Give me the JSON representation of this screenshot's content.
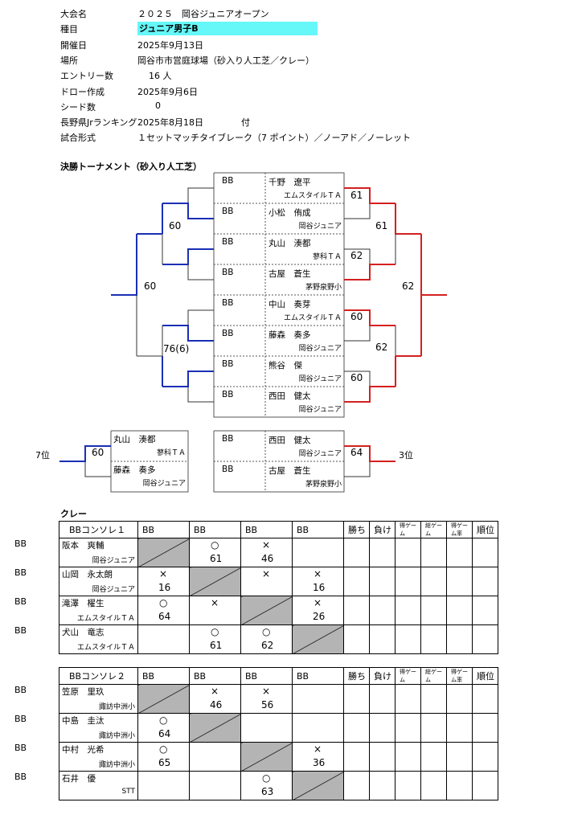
{
  "info": {
    "rows": [
      {
        "k": "大会名",
        "v": "２０２５　岡谷ジュニアオープン"
      },
      {
        "k": "種目",
        "v": "ジュニア男子B"
      },
      {
        "k": "開催日",
        "v": "2025年9月13日"
      },
      {
        "k": "場所",
        "v": "岡谷市市営庭球場（砂入り人工芝／クレー）"
      },
      {
        "k": "エントリー数",
        "v": "16 人"
      },
      {
        "k": "ドロー作成",
        "v": "2025年9月6日"
      },
      {
        "k": "シード数",
        "v": "0"
      },
      {
        "k": "長野県Jrランキング",
        "v": "2025年8月18日"
      },
      {
        "k": "試合形式",
        "v": "１セットマッチタイブレーク（7 ポイント）／ノーアド／ノーレット"
      }
    ],
    "rank_suffix": "付"
  },
  "final": {
    "title": "決勝トーナメント（砂入り人工芝）",
    "players": [
      {
        "cls": "BB",
        "name": "千野　遼平",
        "club": "エムスタイルＴＡ"
      },
      {
        "cls": "BB",
        "name": "小松　侑成",
        "club": "岡谷ジュニア"
      },
      {
        "cls": "BB",
        "name": "丸山　湊都",
        "club": "蓼科ＴＡ"
      },
      {
        "cls": "BB",
        "name": "古屋　蒼生",
        "club": "茅野泉野小"
      },
      {
        "cls": "BB",
        "name": "中山　奏芽",
        "club": "エムスタイルＴＡ"
      },
      {
        "cls": "BB",
        "name": "藤森　奏多",
        "club": "岡谷ジュニア"
      },
      {
        "cls": "BB",
        "name": "熊谷　傑",
        "club": "岡谷ジュニア"
      },
      {
        "cls": "BB",
        "name": "西田　健太",
        "club": "岡谷ジュニア"
      }
    ],
    "right_r1": [
      "61",
      "62",
      "60",
      "60"
    ],
    "right_r2": [
      "61",
      "62"
    ],
    "right_final": "62",
    "left_r2": [
      "60",
      "76(6)"
    ],
    "left_final": "60"
  },
  "seventh": {
    "label": "7位",
    "score": "60",
    "players": [
      {
        "name": "丸山　湊都",
        "club": "蓼科ＴＡ"
      },
      {
        "name": "藤森　奏多",
        "club": "岡谷ジュニア"
      }
    ]
  },
  "third": {
    "label": "3位",
    "score": "64",
    "players": [
      {
        "cls": "BB",
        "name": "西田　健太",
        "club": "岡谷ジュニア"
      },
      {
        "cls": "BB",
        "name": "古屋　蒼生",
        "club": "茅野泉野小"
      }
    ]
  },
  "clay_title": "クレー",
  "rr_headers": {
    "bb": "BB",
    "win": "勝ち",
    "lose": "負け",
    "gw": "得ゲーム",
    "gt": "総ゲーム",
    "rate": "得ゲーム率",
    "rank": "順位"
  },
  "groups": [
    {
      "title": "BBコンソレ１",
      "players": [
        {
          "cls": "BB",
          "name": "阪本　爽輔",
          "club": "岡谷ジュニア",
          "res": [
            [
              "",
              ""
            ],
            [
              "○",
              "61"
            ],
            [
              "×",
              "46"
            ],
            [
              "",
              ""
            ]
          ]
        },
        {
          "cls": "BB",
          "name": "山岡　永太朗",
          "club": "岡谷ジュニア",
          "res": [
            [
              "×",
              "16"
            ],
            [
              "",
              ""
            ],
            [
              "×",
              ""
            ],
            [
              "×",
              "16"
            ]
          ]
        },
        {
          "cls": "BB",
          "name": "滝澤　櫂生",
          "club": "エムスタイルＴＡ",
          "res": [
            [
              "○",
              "64"
            ],
            [
              "×",
              ""
            ],
            [
              "",
              ""
            ],
            [
              "×",
              "26"
            ]
          ]
        },
        {
          "cls": "BB",
          "name": "犬山　竜志",
          "club": "エムスタイルＴＡ",
          "res": [
            [
              "",
              ""
            ],
            [
              "○",
              "61"
            ],
            [
              "○",
              "62"
            ],
            [
              "",
              ""
            ]
          ]
        }
      ]
    },
    {
      "title": "BBコンソレ２",
      "players": [
        {
          "cls": "BB",
          "name": "笠原　里玖",
          "club": "諏訪中洲小",
          "res": [
            [
              "",
              ""
            ],
            [
              "×",
              "46"
            ],
            [
              "×",
              "56"
            ],
            [
              "",
              ""
            ]
          ]
        },
        {
          "cls": "BB",
          "name": "中島　圭汰",
          "club": "諏訪中洲小",
          "res": [
            [
              "○",
              "64"
            ],
            [
              "",
              ""
            ],
            [
              "",
              ""
            ],
            [
              "",
              ""
            ]
          ]
        },
        {
          "cls": "BB",
          "name": "中村　光希",
          "club": "諏訪中洲小",
          "res": [
            [
              "○",
              "65"
            ],
            [
              "",
              ""
            ],
            [
              "",
              ""
            ],
            [
              "×",
              "36"
            ]
          ]
        },
        {
          "cls": "BB",
          "name": "石井　優",
          "club": "STT",
          "res": [
            [
              "",
              ""
            ],
            [
              "",
              ""
            ],
            [
              "○",
              "63"
            ],
            [
              "",
              ""
            ]
          ]
        }
      ]
    }
  ],
  "colors": {
    "blue": "#1a2fb5",
    "red": "#d42020",
    "highlight": "#66f7f9",
    "diag": "#b4b4b4"
  }
}
